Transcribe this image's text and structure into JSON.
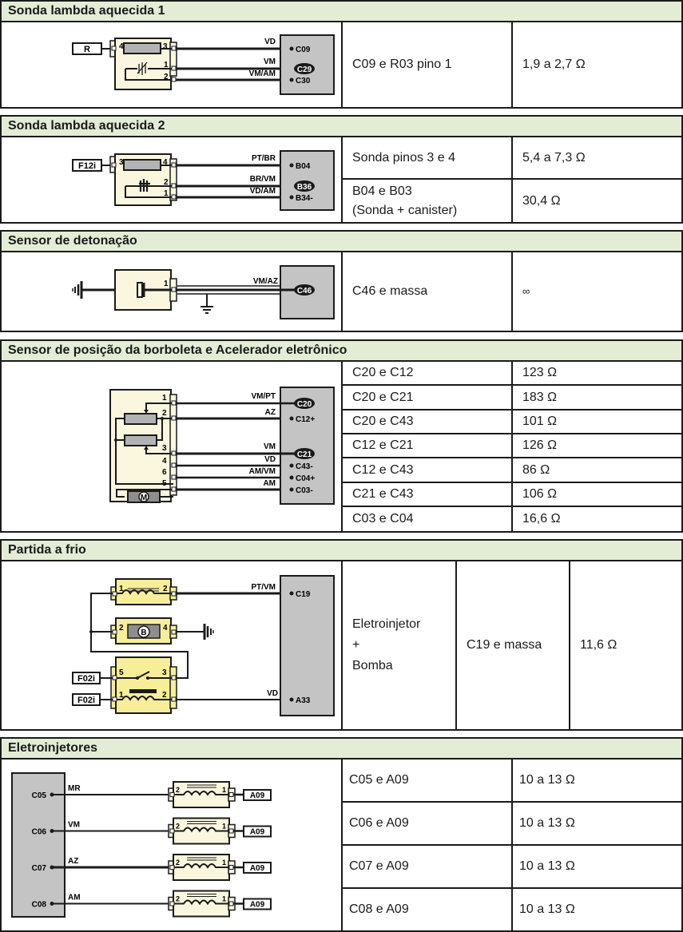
{
  "colors": {
    "header_bg": "#e3edd6",
    "component_fill": "#fbf7df",
    "relay_fill": "#f7ee9a",
    "ecu_fill": "#c4c4c4",
    "resistor_fill": "#b3b3b3"
  },
  "sections": [
    {
      "title": "Sonda lambda aquecida 1",
      "diagram": {
        "source_label": "R",
        "pins": [
          "4",
          "3",
          "1",
          "2"
        ],
        "wires": [
          {
            "color": "VD",
            "terminal": "C09"
          },
          {
            "color": "VM",
            "terminal": "C29"
          },
          {
            "color": "VM/AM",
            "terminal": "C30"
          }
        ]
      },
      "rows": [
        {
          "points": "C09 e R03 pino 1",
          "value": "1,9 a 2,7 Ω"
        }
      ]
    },
    {
      "title": "Sonda lambda aquecida 2",
      "diagram": {
        "source_label": "F12i",
        "pins": [
          "3",
          "4",
          "2",
          "1"
        ],
        "wires": [
          {
            "color": "PT/BR",
            "terminal": "B04"
          },
          {
            "color": "BR/VM",
            "terminal": "B36"
          },
          {
            "color": "VD/AM",
            "terminal": "B34-"
          }
        ]
      },
      "rows": [
        {
          "points": "Sonda pinos 3 e 4",
          "value": "5,4 a 7,3 Ω"
        },
        {
          "points": "B04 e B03\n(Sonda + canister)",
          "points_line1": "B04 e B03",
          "points_line2": "(Sonda + canister)",
          "value": "30,4 Ω"
        }
      ]
    },
    {
      "title": "Sensor de detonação",
      "diagram": {
        "pins": [
          "1"
        ],
        "wires": [
          {
            "color": "VM/AZ",
            "terminal": "C46"
          }
        ]
      },
      "rows": [
        {
          "points": "C46 e massa",
          "value": "∞"
        }
      ]
    },
    {
      "title": "Sensor de posição da borboleta e Acelerador eletrônico",
      "diagram": {
        "pins": [
          "1",
          "2",
          "3",
          "4",
          "6",
          "5"
        ],
        "motor_label": "M",
        "wires": [
          {
            "color": "VM/PT",
            "terminal": "C20"
          },
          {
            "color": "AZ",
            "terminal": "C12+"
          },
          {
            "color": "VM",
            "terminal": "C21"
          },
          {
            "color": "VD",
            "terminal": "C43-"
          },
          {
            "color": "AM/VM",
            "terminal": "C04+"
          },
          {
            "color": "AM",
            "terminal": "C03-"
          }
        ]
      },
      "rows": [
        {
          "points": "C20 e C12",
          "value": "123 Ω"
        },
        {
          "points": "C20 e C21",
          "value": "183 Ω"
        },
        {
          "points": "C20 e C43",
          "value": "101 Ω"
        },
        {
          "points": "C12 e C21",
          "value": "126 Ω"
        },
        {
          "points": "C12 e C43",
          "value": "86 Ω"
        },
        {
          "points": "C21 e C43",
          "value": "106 Ω"
        },
        {
          "points": "C03 e C04",
          "value": "16,6 Ω"
        }
      ]
    },
    {
      "title": "Partida a frio",
      "diagram": {
        "injector_pins": [
          "1",
          "2"
        ],
        "pump_pins": [
          "2",
          "4"
        ],
        "pump_label": "B",
        "relay_pins": [
          "5",
          "3",
          "1",
          "2"
        ],
        "relay_inputs": [
          "F02i",
          "F02i"
        ],
        "wires": [
          {
            "color": "PT/VM",
            "terminal": "C19"
          },
          {
            "color": "VD",
            "terminal": "A33"
          }
        ]
      },
      "rows": [
        {
          "component_line1": "Eletroinjetor",
          "component_line2": "+",
          "component_line3": "Bomba",
          "points": "C19 e massa",
          "value": "11,6 Ω"
        }
      ]
    },
    {
      "title": "Eletroinjetores",
      "diagram": {
        "injectors": [
          {
            "terminal": "C05",
            "color": "MR",
            "pins": [
              "2",
              "1"
            ],
            "ground": "A09"
          },
          {
            "terminal": "C06",
            "color": "VM",
            "pins": [
              "2",
              "1"
            ],
            "ground": "A09"
          },
          {
            "terminal": "C07",
            "color": "AZ",
            "pins": [
              "2",
              "1"
            ],
            "ground": "A09"
          },
          {
            "terminal": "C08",
            "color": "AM",
            "pins": [
              "2",
              "1"
            ],
            "ground": "A09"
          }
        ]
      },
      "rows": [
        {
          "points": "C05 e A09",
          "value": "10 a 13 Ω"
        },
        {
          "points": "C06 e A09",
          "value": "10 a 13 Ω"
        },
        {
          "points": "C07 e A09",
          "value": "10 a 13 Ω"
        },
        {
          "points": "C08 e A09",
          "value": "10 a 13 Ω"
        }
      ]
    }
  ]
}
